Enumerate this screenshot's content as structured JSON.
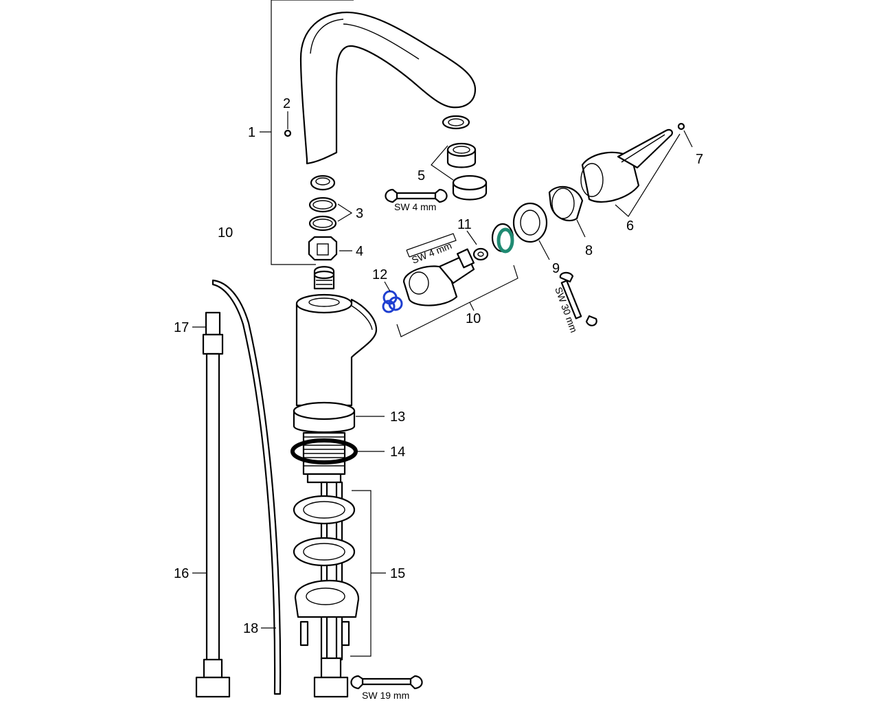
{
  "colors": {
    "line": "#000000",
    "background": "#ffffff",
    "seal_blue": "#1f3fd1",
    "ring_green": "#1f8a72"
  },
  "callouts": {
    "c1": "1",
    "c2": "2",
    "c3": "3",
    "c4": "4",
    "c5": "5",
    "c6": "6",
    "c7": "7",
    "c8": "8",
    "c9": "9",
    "c10_left": "10",
    "c10_bracket": "10",
    "c11": "11",
    "c12": "12",
    "c13": "13",
    "c14": "14",
    "c15": "15",
    "c16": "16",
    "c17": "17",
    "c18": "18"
  },
  "tools": {
    "aerator_wrench": "SW 4 mm",
    "hex_key": "SW 4 mm",
    "ring_wrench": "SW 30 mm",
    "nut_wrench": "SW 19 mm"
  }
}
